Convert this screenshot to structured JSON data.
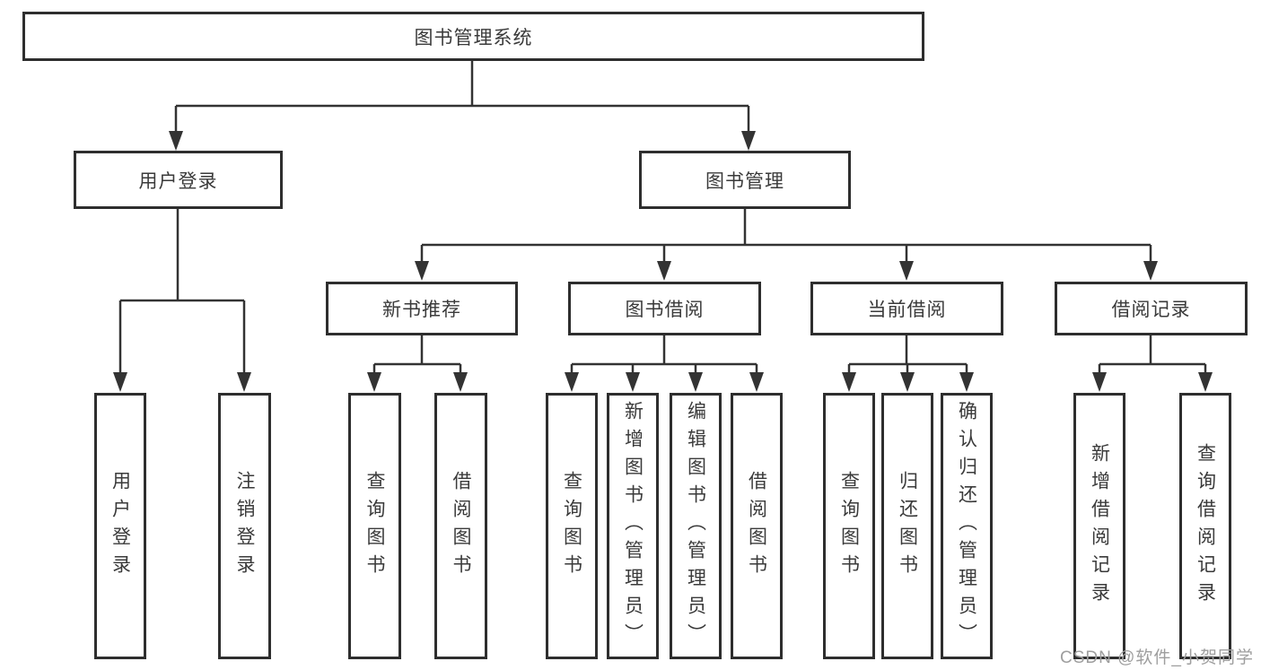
{
  "tree": {
    "root": {
      "label": "图书管理系统"
    },
    "branches": [
      {
        "label": "用户登录",
        "children": [
          {
            "label": "用户登录"
          },
          {
            "label": "注销登录"
          }
        ]
      },
      {
        "label": "图书管理",
        "children": [
          {
            "label": "新书推荐",
            "children": [
              {
                "label": "查询图书"
              },
              {
                "label": "借阅图书"
              }
            ]
          },
          {
            "label": "图书借阅",
            "children": [
              {
                "label": "查询图书"
              },
              {
                "label": "新增图书（管理员）"
              },
              {
                "label": "编辑图书（管理员）"
              },
              {
                "label": "借阅图书"
              }
            ]
          },
          {
            "label": "当前借阅",
            "children": [
              {
                "label": "查询图书"
              },
              {
                "label": "归还图书"
              },
              {
                "label": "确认归还（管理员）"
              }
            ]
          },
          {
            "label": "借阅记录",
            "children": [
              {
                "label": "新增借阅记录"
              },
              {
                "label": "查询借阅记录"
              }
            ]
          }
        ]
      }
    ]
  },
  "watermark": {
    "text": "CSDN @软件_小贺同学"
  },
  "colors": {
    "line": "#333333",
    "box_border": "#2e2e2e",
    "text": "#3a3a3a",
    "watermark": "#9e9e9e",
    "background": "#ffffff"
  }
}
